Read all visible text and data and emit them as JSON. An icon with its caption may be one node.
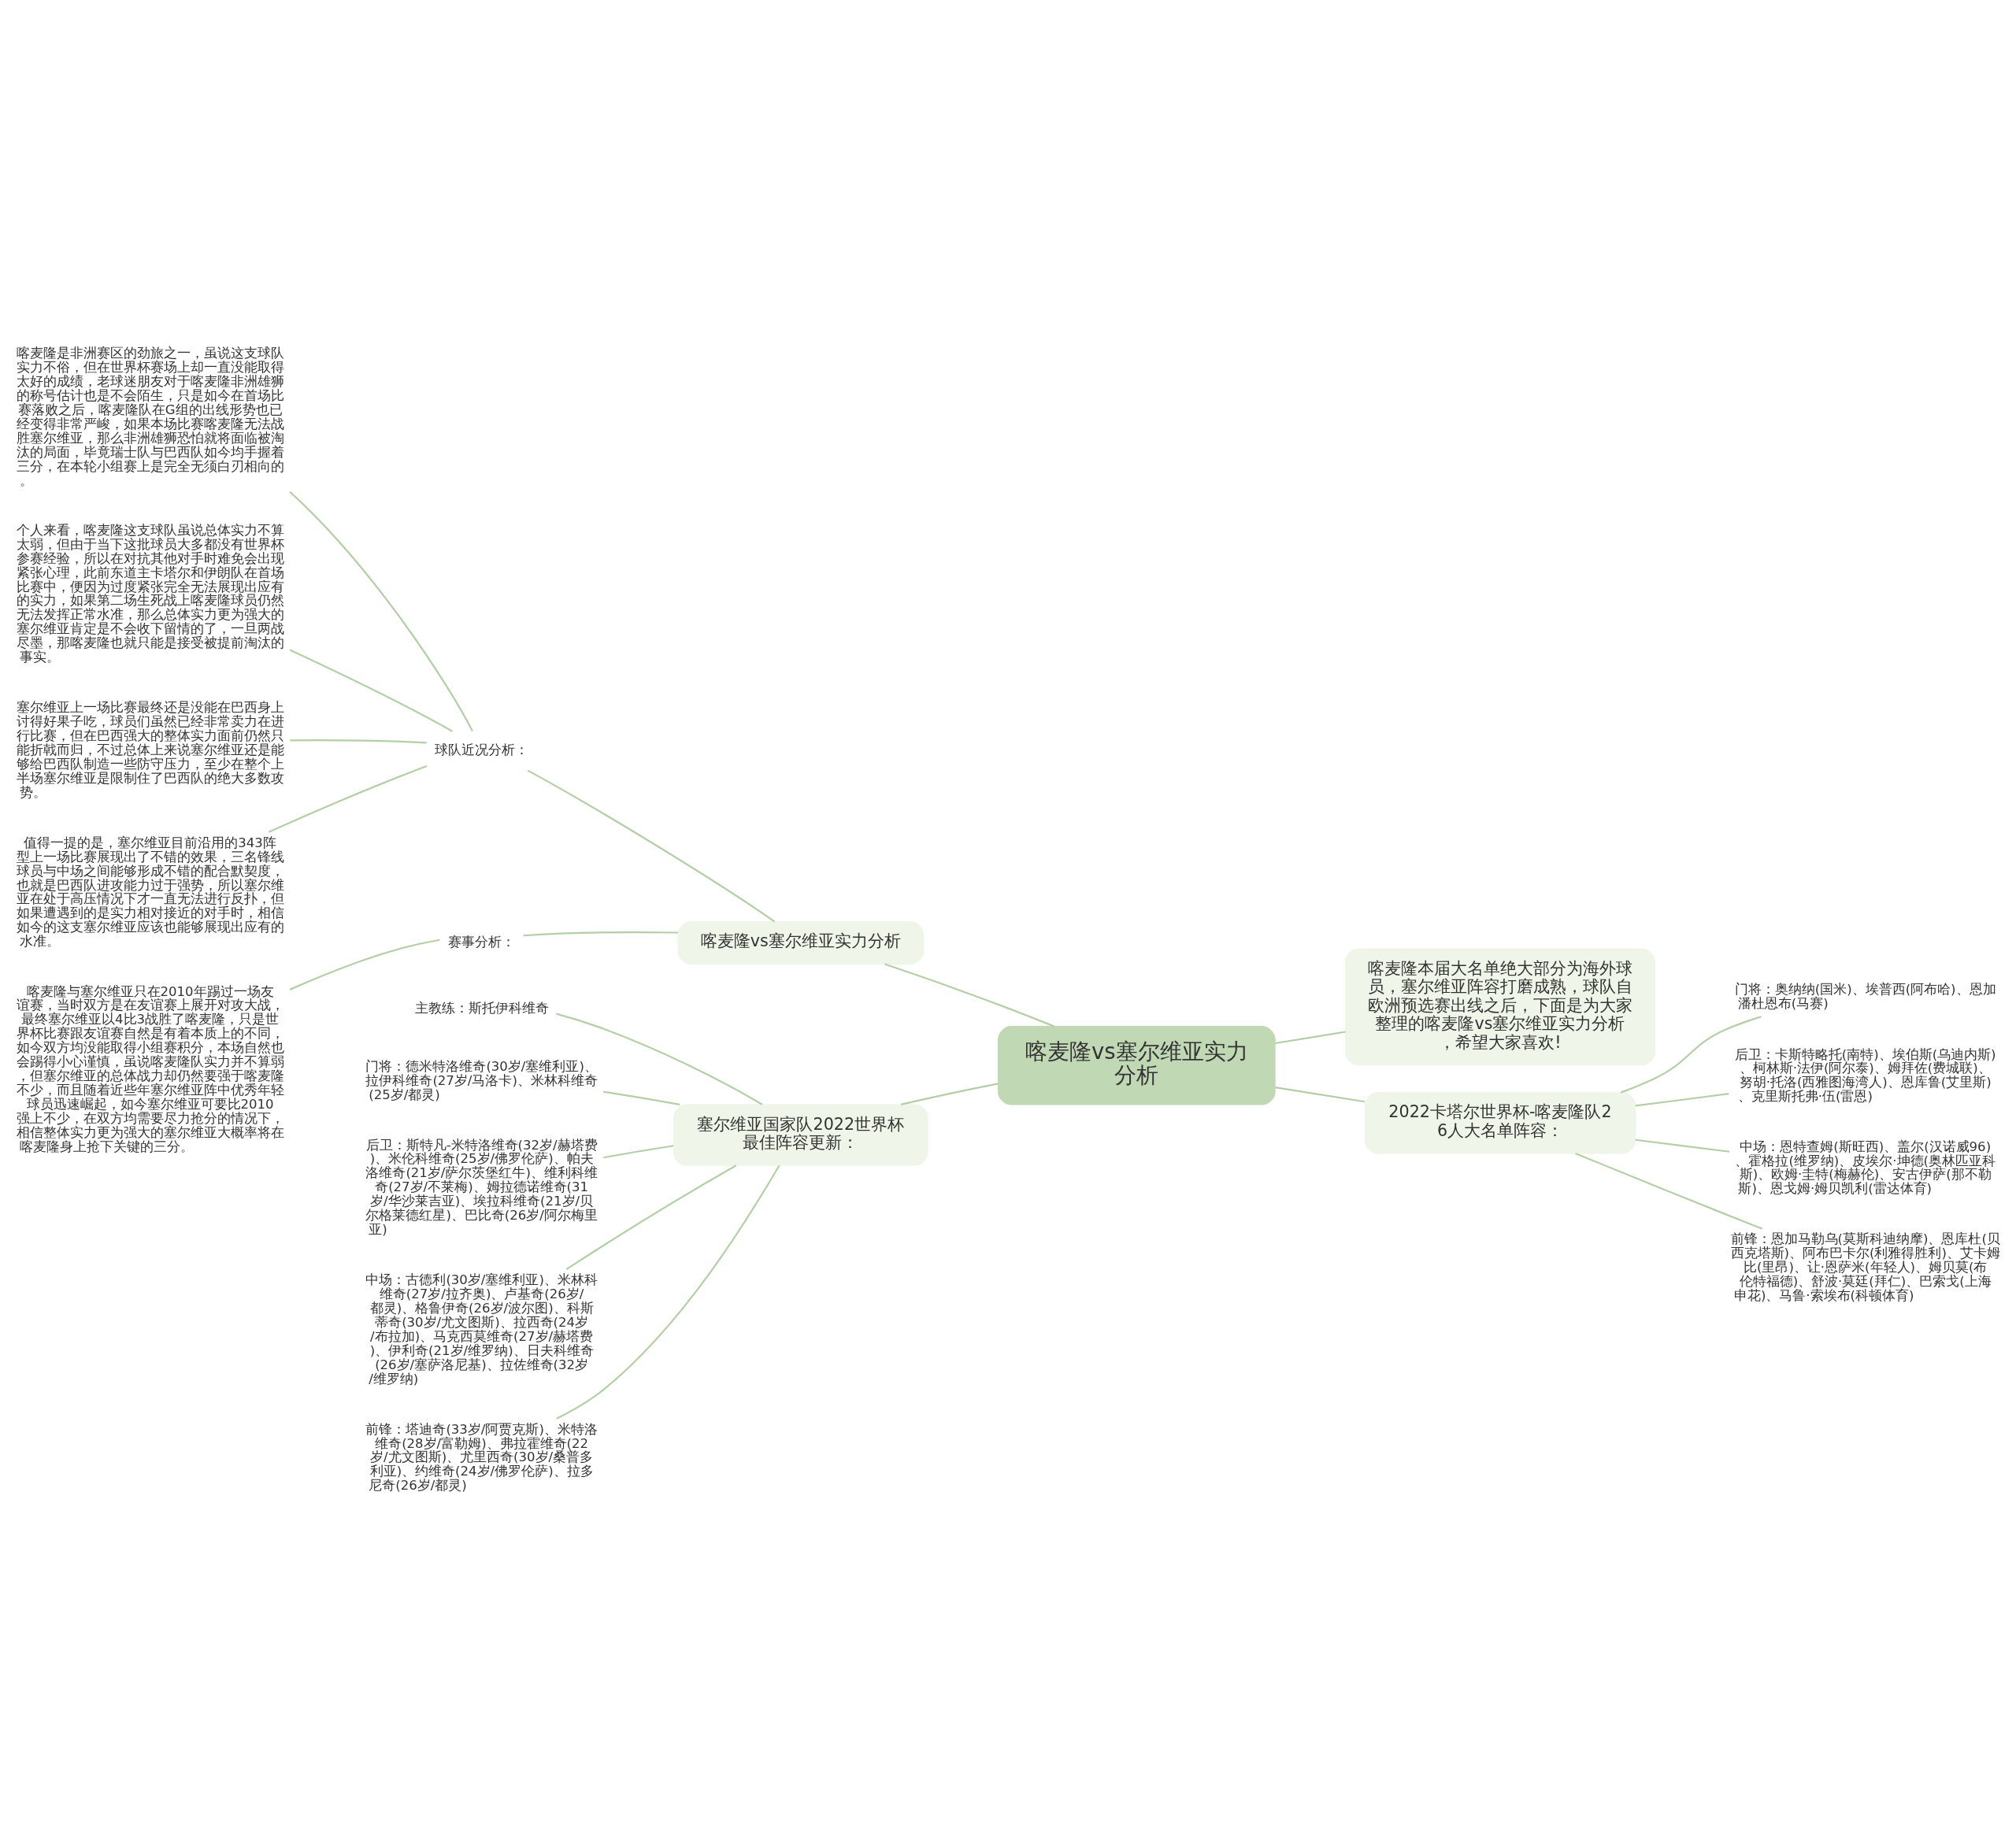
{
  "diagram": {
    "nodes": [
      {
        "text": [
          "喀麦隆vs塞尔维亚实力分析"
        ]
      },
      {
        "text": [
          "喀麦隆vs塞尔维亚实力分析"
        ]
      },
      {
        "text": [
          "球队近况分析："
        ]
      },
      {
        "text": [
          "喀麦隆是非洲赛区的劲旅之一，虽说这支球队实力不俗，但在世界杯赛场上却一直没能取得太好的成绩，老球迷朋友对于喀麦隆非洲雄狮的称号估计也是不会陌生，只是如今在首场比赛落败之后，喀麦隆队在G组的出线形势也已经变得非常严峻，如果本场比赛喀麦隆无法战胜塞尔维亚，那么非洲雄狮恐怕就将面临被淘汰的局面，毕竟瑞士队与巴西队如今均手握着三分，在本轮小组赛上是完全无须白刃相向的。"
        ]
      },
      {
        "text": [
          "个人来看，喀麦隆这支球队虽说总体实力不算太弱，但由于当下这批球员大多都没有世界杯参赛经验，所以在对抗其他对手时难免会出现紧张心理，此前东道主卡塔尔和伊朗队在首场比赛中，便因为过度紧张完全无法展现出应有的实力，如果第二场生死战上喀麦隆球员仍然无法发挥正常水准，那么总体实力更为强大的塞尔维亚肯定是不会收下留情的了，一旦两战尽墨，那喀麦隆也就只能是接受被提前淘汰的事实。"
        ]
      },
      {
        "text": [
          "塞尔维亚上一场比赛最终还是没能在巴西身上讨得好果子吃，球员们虽然已经非常卖力在进行比赛，但在巴西强大的整体实力面前仍然只能折戟而归，不过总体上来说塞尔维亚还是能够给巴西队制造一些防守压力，至少在整个上半场塞尔维亚是限制住了巴西队的绝大多数攻势。"
        ]
      },
      {
        "text": [
          "值得一提的是，塞尔维亚目前沿用的343阵型上一场比赛展现出了不错的效果，三名锋线球员与中场之间能够形成不错的配合默契度，也就是巴西队进攻能力过于强势，所以塞尔维亚在处于高压情况下才一直无法进行反扑，但如果遭遇到的是实力相对接近的对手时，相信如今的这支塞尔维亚应该也能够展现出应有的水准。"
        ]
      },
      {
        "text": [
          "赛事分析："
        ]
      },
      {
        "text": [
          "喀麦隆与塞尔维亚只在2010年踢过一场友谊赛，当时双方是在友谊赛上展开对攻大战，最终塞尔维亚以4比3战胜了喀麦隆，只是世界杯比赛跟友谊赛自然是有着本质上的不同，如今双方均没能取得小组赛积分，本场自然也会踢得小心谨慎，虽说喀麦隆队实力并不算弱，但塞尔维亚的总体战力却仍然要强于喀麦隆不少，而且随着近些年塞尔维亚阵中优秀年轻球员迅速崛起，如今塞尔维亚可要比2010强上不少，在双方均需要尽力抢分的情况下，相信整体实力更为强大的塞尔维亚大概率将在喀麦隆身上抢下关键的三分。"
        ]
      },
      {
        "text": [
          "塞尔维亚国家队2022世界杯最佳阵容更新："
        ]
      },
      {
        "text": [
          "主教练：斯托伊科维奇"
        ]
      },
      {
        "text": [
          "门将：德米特洛维奇(30岁/塞维利亚)、拉伊科维奇(27岁/马洛卡)、米林科维奇(25岁/都灵)"
        ]
      },
      {
        "text": [
          "后卫：斯特凡-米特洛维奇(32岁/赫塔费)、米伦科维奇(25岁/佛罗伦萨)、帕夫洛维奇(21岁/萨尔茨堡红牛)、维利科维奇(27岁/不莱梅)、姆拉德诺维奇(31岁/华沙莱吉亚)、埃拉科维奇(21岁/贝尔格莱德红星)、巴比奇(26岁/阿尔梅里亚)"
        ]
      },
      {
        "text": [
          "中场：古德利(30岁/塞维利亚)、米林科维奇(27岁/拉齐奥)、卢基奇(26岁/都灵)、格鲁伊奇(26岁/波尔图)、科斯蒂奇(30岁/尤文图斯)、拉西奇(24岁/布拉加)、马克西莫维奇(27岁/赫塔费)、伊利奇(21岁/维罗纳)、日夫科维奇(26岁/塞萨洛尼基)、拉佐维奇(32岁/维罗纳)"
        ]
      },
      {
        "text": [
          "前锋：塔迪奇(33岁/阿贾克斯)、米特洛维奇(28岁/富勒姆)、弗拉霍维奇(22岁/尤文图斯)、尤里西奇(30岁/桑普多利亚)、约维奇(24岁/佛罗伦萨)、拉多尼奇(26岁/都灵)"
        ]
      },
      {
        "text": [
          "喀麦隆本届大名单绝大部分为海外球员，塞尔维亚阵容打磨成熟，球队自欧洲预选赛出线之后，下面是为大家整理的喀麦隆vs塞尔维亚实力分析，希望大家喜欢!"
        ]
      },
      {
        "text": [
          "2022卡塔尔世界杯-喀麦隆队26人大名单阵容："
        ]
      },
      {
        "text": [
          "门将：奥纳纳(国米)、埃普西(阿布哈)、恩加潘杜恩布(马赛)"
        ]
      },
      {
        "text": [
          "后卫：卡斯特略托(南特)、埃伯斯(乌迪内斯)、柯林斯·法伊(阿尔泰)、姆拜佐(费城联)、努胡·托洛(西雅图海湾人)、恩库鲁(艾里斯)、克里斯托弗·伍(雷恩)"
        ]
      },
      {
        "text": [
          "中场：恩特查姆(斯旺西)、盖尔(汉诺威96)、霍格拉(维罗纳)、皮埃尔·坤德(奥林匹亚科斯)、欧姆·圭特(梅赫伦)、安古伊萨(那不勒斯)、恩戈姆·姆贝凯利(雷达体育)"
        ]
      },
      {
        "text": [
          "前锋：恩加马勒乌(莫斯科迪纳摩)、恩库杜(贝西克塔斯)、阿布巴卡尔(利雅得胜利)、艾卡姆比(里昂)、让·恩萨米(年轻人)、姆贝莫(布伦特福德)、舒波·莫廷(拜仁)、巴索戈(上海申花)、马鲁·索埃布(科顿体育)"
        ]
      }
    ],
    "edges": [
      {
        "from": 0,
        "to": 1,
        "arrow": "none"
      },
      {
        "from": 1,
        "to": 2,
        "arrow": "none"
      },
      {
        "from": 2,
        "to": 3,
        "arrow": "none"
      },
      {
        "from": 2,
        "to": 4,
        "arrow": "none"
      },
      {
        "from": 2,
        "to": 5,
        "arrow": "none"
      },
      {
        "from": 2,
        "to": 6,
        "arrow": "none"
      },
      {
        "from": 1,
        "to": 7,
        "arrow": "none"
      },
      {
        "from": 7,
        "to": 8,
        "arrow": "none"
      },
      {
        "from": 0,
        "to": 9,
        "arrow": "none"
      },
      {
        "from": 9,
        "to": 10,
        "arrow": "none"
      },
      {
        "from": 9,
        "to": 11,
        "arrow": "none"
      },
      {
        "from": 9,
        "to": 12,
        "arrow": "none"
      },
      {
        "from": 9,
        "to": 13,
        "arrow": "none"
      },
      {
        "from": 9,
        "to": 14,
        "arrow": "none"
      },
      {
        "from": 0,
        "to": 15,
        "arrow": "none"
      },
      {
        "from": 0,
        "to": 16,
        "arrow": "none"
      },
      {
        "from": 16,
        "to": 17,
        "arrow": "none"
      },
      {
        "from": 16,
        "to": 18,
        "arrow": "none"
      },
      {
        "from": 16,
        "to": 19,
        "arrow": "none"
      },
      {
        "from": 16,
        "to": 20,
        "arrow": "none"
      }
    ]
  }
}
